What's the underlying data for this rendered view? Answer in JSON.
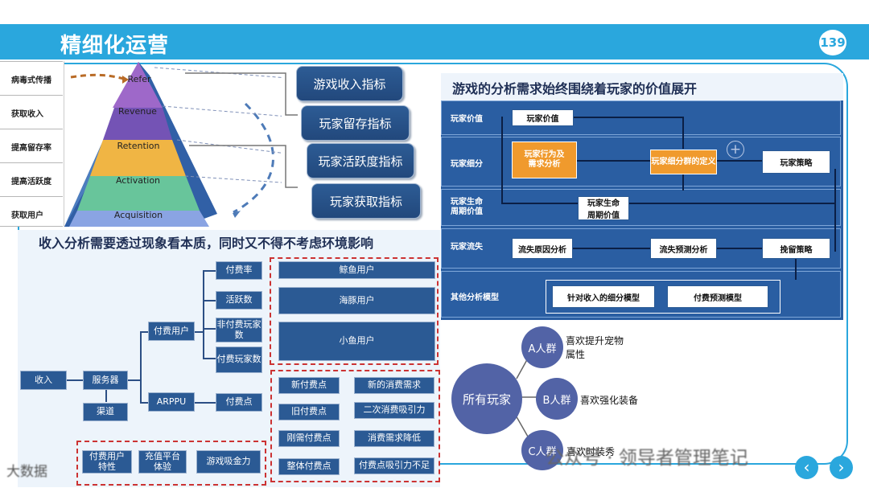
{
  "slide": {
    "title": "精细化运营",
    "page_number": "139"
  },
  "pyramid": {
    "scale_items": [
      "病毒式传播",
      "获取收入",
      "提高留存率",
      "提高活跃度",
      "获取用户"
    ],
    "layers": [
      "Refer",
      "Revenue",
      "Retention",
      "Activation",
      "Acquisition"
    ]
  },
  "indicators": [
    "游戏收入指标",
    "玩家留存指标",
    "玩家活跃度指标",
    "玩家获取指标"
  ],
  "revenue_analysis": {
    "heading": "收入分析需要透过现象看本质，同时又不得不考虑环境影响",
    "main_nodes": [
      "收入",
      "服务器",
      "渠道",
      "付费用户",
      "ARPPU"
    ],
    "sub_nodes": [
      "付费率",
      "活跃数",
      "非付费玩家数",
      "付费玩家数",
      "付费点"
    ],
    "user_types": [
      "鲸鱼用户",
      "海豚用户",
      "小鱼用户"
    ],
    "payment_points": [
      [
        "新付费点",
        "新的消费需求"
      ],
      [
        "旧付费点",
        "二次消费吸引力"
      ],
      [
        "刚需付费点",
        "消费需求降低"
      ],
      [
        "整体付费点",
        "付费点吸引力不足"
      ]
    ],
    "bottom_factors": [
      "付费用户\n特性",
      "充值平台\n体验",
      "游戏吸金力"
    ]
  },
  "player_value": {
    "heading": "游戏的分析需求始终围绕着玩家的价值展开",
    "rows": [
      "玩家价值",
      "玩家细分",
      "玩家生命\n周期价值",
      "玩家流失",
      "其他分析模型"
    ],
    "boxes": {
      "value": "玩家价值",
      "behavior": "玩家行为及\n需求分析",
      "segment": "玩家细分群的定义",
      "strategy": "玩家策略",
      "lifecycle": "玩家生命\n周期价值",
      "churn_reason": "流失原因分析",
      "churn_predict": "流失预测分析",
      "retain": "挽留策略",
      "segment_model": "针对收入的细分模型",
      "payment_model": "付费预测模型"
    }
  },
  "groups": {
    "center": "所有玩家",
    "items": [
      {
        "label": "A人群",
        "desc": "喜欢提升宠物\n属性"
      },
      {
        "label": "B人群",
        "desc": "喜欢强化装备"
      },
      {
        "label": "C人群",
        "desc": "喜欢时装秀"
      }
    ]
  },
  "watermarks": {
    "left": "大数据",
    "right": "公众号 · 领导者管理笔记"
  },
  "colors": {
    "accent": "#2aa7dd",
    "navy": "#2b5a94",
    "orange": "#f09a2d",
    "purple": "#5263a6"
  }
}
